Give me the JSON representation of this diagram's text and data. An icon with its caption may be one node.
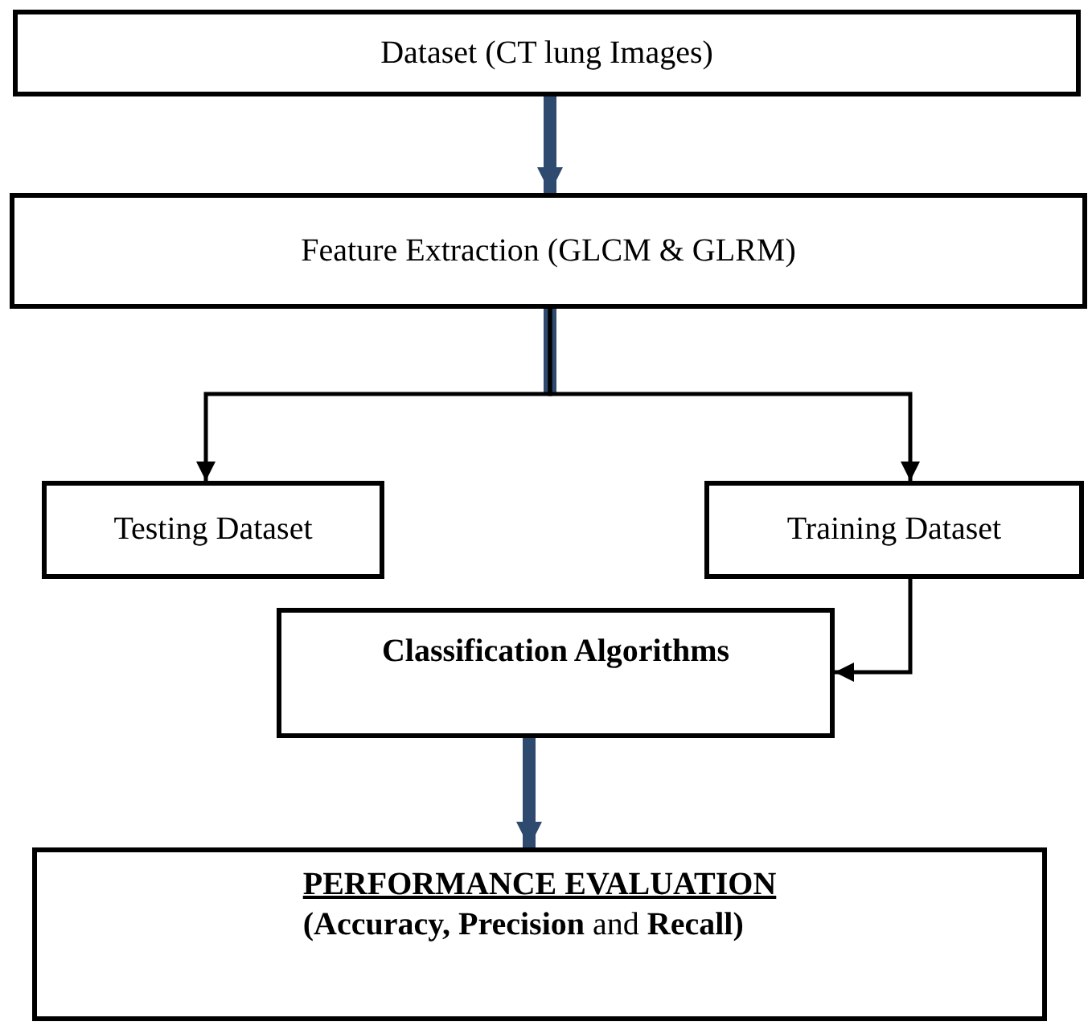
{
  "diagram": {
    "nodes": [
      {
        "text": [
          "Dataset (CT lung Images)"
        ]
      },
      {
        "text": [
          "Feature Extraction (GLCM & GLRM)"
        ]
      },
      {
        "text": [
          "Testing Dataset"
        ]
      },
      {
        "text": [
          "Training Dataset"
        ]
      },
      {
        "text": [
          "Classification Algorithms"
        ]
      },
      {
        "text": [
          "PERFORMANCE EVALUATION",
          "**(Accuracy, Precision** and **Recall)**"
        ]
      }
    ],
    "edges": [
      {
        "from": 0,
        "to": 1,
        "arrow": "to",
        "style": "thick",
        "color": "#2e4a6e"
      },
      {
        "from": 1,
        "to": 2,
        "arrow": "to"
      },
      {
        "from": 1,
        "to": 3,
        "arrow": "to"
      },
      {
        "from": 3,
        "to": 4,
        "arrow": "to"
      },
      {
        "from": 4,
        "to": 5,
        "arrow": "to",
        "style": "thick",
        "color": "#2e4a6e"
      }
    ]
  }
}
